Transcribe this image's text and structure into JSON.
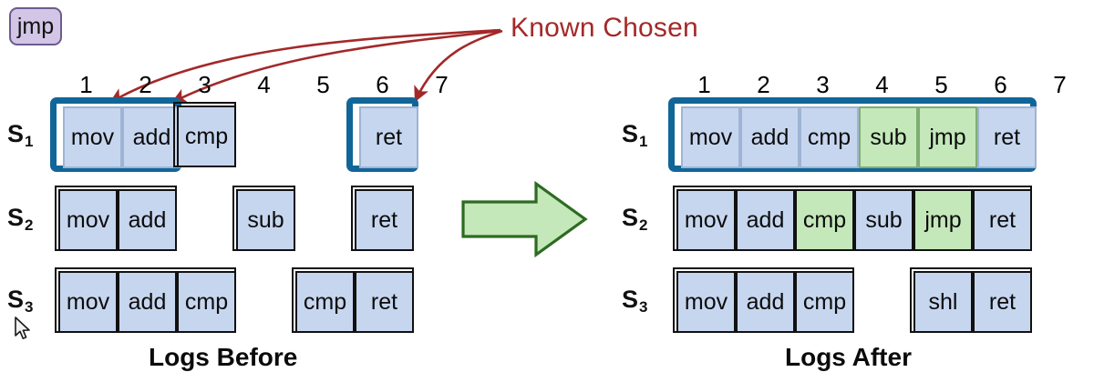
{
  "badge": {
    "label": "jmp"
  },
  "annotation": {
    "known_chosen_label": "Known Chosen",
    "color": "#a32929",
    "targets": [
      1,
      2,
      6
    ]
  },
  "colors": {
    "cell_blue": "#c7d6ef",
    "cell_green": "#c4e8ba",
    "chosen_border": "#116699",
    "plain_border": "#111111",
    "annotation_red": "#a32929",
    "badge_fill": "#d3c5e6",
    "badge_border": "#6b5b8e",
    "transition_fill": "#c4e8ba",
    "transition_border": "#2d6b22"
  },
  "before": {
    "title": "Logs Before",
    "columns": [
      "1",
      "2",
      "3",
      "4",
      "5",
      "6",
      "7"
    ],
    "rows": [
      {
        "label": "S",
        "sub": "1",
        "groups": [
          {
            "start": 1,
            "chosen": true,
            "cells": [
              {
                "text": "mov",
                "fill": "blue"
              },
              {
                "text": "add",
                "fill": "blue"
              }
            ]
          },
          {
            "start": 3,
            "chosen": false,
            "cells": [
              {
                "text": "cmp",
                "fill": "blue"
              }
            ]
          },
          {
            "start": 6,
            "chosen": true,
            "cells": [
              {
                "text": "ret",
                "fill": "blue"
              }
            ]
          }
        ]
      },
      {
        "label": "S",
        "sub": "2",
        "groups": [
          {
            "start": 1,
            "chosen": false,
            "cells": [
              {
                "text": "mov",
                "fill": "blue"
              },
              {
                "text": "add",
                "fill": "blue"
              }
            ]
          },
          {
            "start": 4,
            "chosen": false,
            "cells": [
              {
                "text": "sub",
                "fill": "blue"
              }
            ]
          },
          {
            "start": 6,
            "chosen": false,
            "cells": [
              {
                "text": "ret",
                "fill": "blue"
              }
            ]
          }
        ]
      },
      {
        "label": "S",
        "sub": "3",
        "groups": [
          {
            "start": 1,
            "chosen": false,
            "cells": [
              {
                "text": "mov",
                "fill": "blue"
              },
              {
                "text": "add",
                "fill": "blue"
              },
              {
                "text": "cmp",
                "fill": "blue"
              }
            ]
          },
          {
            "start": 5,
            "chosen": false,
            "cells": [
              {
                "text": "cmp",
                "fill": "blue"
              },
              {
                "text": "ret",
                "fill": "blue"
              }
            ]
          }
        ]
      }
    ]
  },
  "after": {
    "title": "Logs After",
    "columns": [
      "1",
      "2",
      "3",
      "4",
      "5",
      "6",
      "7"
    ],
    "rows": [
      {
        "label": "S",
        "sub": "1",
        "groups": [
          {
            "start": 1,
            "chosen": true,
            "cells": [
              {
                "text": "mov",
                "fill": "blue"
              },
              {
                "text": "add",
                "fill": "blue"
              },
              {
                "text": "cmp",
                "fill": "blue"
              },
              {
                "text": "sub",
                "fill": "green"
              },
              {
                "text": "jmp",
                "fill": "green"
              },
              {
                "text": "ret",
                "fill": "blue"
              }
            ]
          }
        ]
      },
      {
        "label": "S",
        "sub": "2",
        "groups": [
          {
            "start": 1,
            "chosen": false,
            "cells": [
              {
                "text": "mov",
                "fill": "blue"
              },
              {
                "text": "add",
                "fill": "blue"
              },
              {
                "text": "cmp",
                "fill": "green"
              },
              {
                "text": "sub",
                "fill": "blue"
              },
              {
                "text": "jmp",
                "fill": "green"
              },
              {
                "text": "ret",
                "fill": "blue"
              }
            ]
          }
        ]
      },
      {
        "label": "S",
        "sub": "3",
        "groups": [
          {
            "start": 1,
            "chosen": false,
            "cells": [
              {
                "text": "mov",
                "fill": "blue"
              },
              {
                "text": "add",
                "fill": "blue"
              },
              {
                "text": "cmp",
                "fill": "blue"
              }
            ]
          },
          {
            "start": 5,
            "chosen": false,
            "cells": [
              {
                "text": "shl",
                "fill": "blue"
              },
              {
                "text": "ret",
                "fill": "blue"
              }
            ]
          }
        ]
      }
    ]
  },
  "transition": {
    "icon": "right-arrow"
  },
  "cursor": {
    "icon": "mouse-pointer"
  }
}
